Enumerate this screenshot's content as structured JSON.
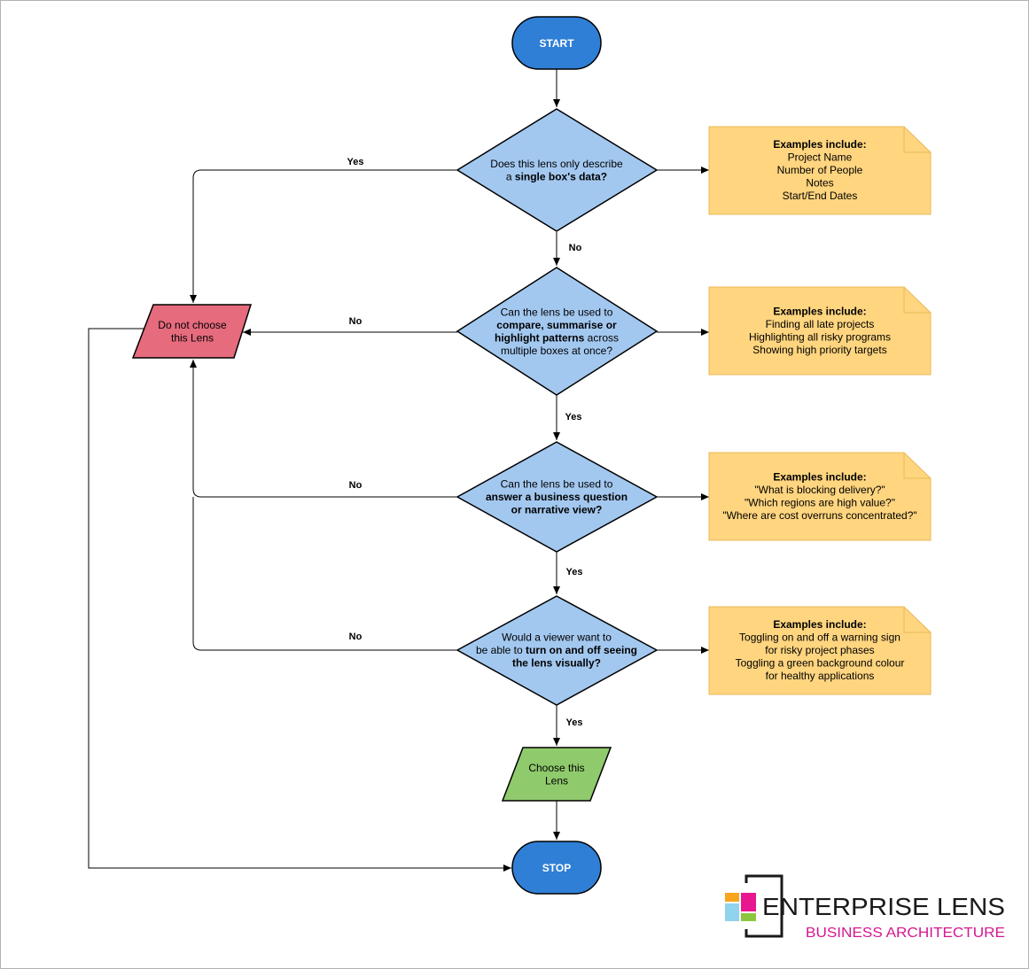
{
  "start": {
    "label": "START"
  },
  "stop": {
    "label": "STOP"
  },
  "decisions": [
    {
      "lines": [
        [
          {
            "t": "Does this lens only describe"
          }
        ],
        [
          {
            "t": "a "
          },
          {
            "t": "single box's data?",
            "b": true
          }
        ]
      ]
    },
    {
      "lines": [
        [
          {
            "t": "Can the lens be used to"
          }
        ],
        [
          {
            "t": "compare, summarise or",
            "b": true
          }
        ],
        [
          {
            "t": "highlight patterns",
            "b": true
          },
          {
            "t": " across"
          }
        ],
        [
          {
            "t": "multiple boxes at once?"
          }
        ]
      ]
    },
    {
      "lines": [
        [
          {
            "t": "Can the lens be used to"
          }
        ],
        [
          {
            "t": "answer a business question",
            "b": true
          }
        ],
        [
          {
            "t": "or narrative view?",
            "b": true
          }
        ]
      ]
    },
    {
      "lines": [
        [
          {
            "t": "Would a viewer want to"
          }
        ],
        [
          {
            "t": "be able to "
          },
          {
            "t": "turn on and off seeing",
            "b": true
          }
        ],
        [
          {
            "t": "the lens visually?",
            "b": true
          }
        ]
      ]
    }
  ],
  "notes": [
    {
      "heading": "Examples include:",
      "items": [
        "Project Name",
        "Number of People",
        "Notes",
        "Start/End Dates"
      ]
    },
    {
      "heading": "Examples include:",
      "items": [
        "Finding all late projects",
        "Highlighting all risky programs",
        "Showing high priority targets"
      ]
    },
    {
      "heading": "Examples include:",
      "items": [
        "\"What is blocking delivery?\"",
        "\"Which regions are high value?\"",
        "\"Where are cost overruns concentrated?\""
      ]
    },
    {
      "heading": "Examples include:",
      "items": [
        "Toggling on and off a warning sign",
        "for risky project phases",
        "Toggling a green background colour",
        "for healthy applications"
      ]
    }
  ],
  "reject": {
    "lines": [
      "Do not choose",
      "this Lens"
    ]
  },
  "choose": {
    "lines": [
      "Choose this",
      "Lens"
    ]
  },
  "edge_labels": {
    "d1_yes": "Yes",
    "d1_no": "No",
    "d2_no": "No",
    "d2_yes": "Yes",
    "d3_no": "No",
    "d3_yes": "Yes",
    "d4_no": "No",
    "d4_yes": "Yes"
  },
  "logo": {
    "title": "ENTERPRISE LENS",
    "subtitle": "BUSINESS ARCHITECTURE"
  },
  "colors": {
    "terminal": "#2f7fd6",
    "decision": "#a3c8f0",
    "note": "#ffd57f",
    "note_border": "#e8b95a",
    "reject": "#e56b7d",
    "choose": "#8fca6c",
    "logo_orange": "#f7a51e",
    "logo_magenta": "#e8178f",
    "logo_cyan": "#8fd3ee",
    "logo_green": "#8cc63f"
  }
}
